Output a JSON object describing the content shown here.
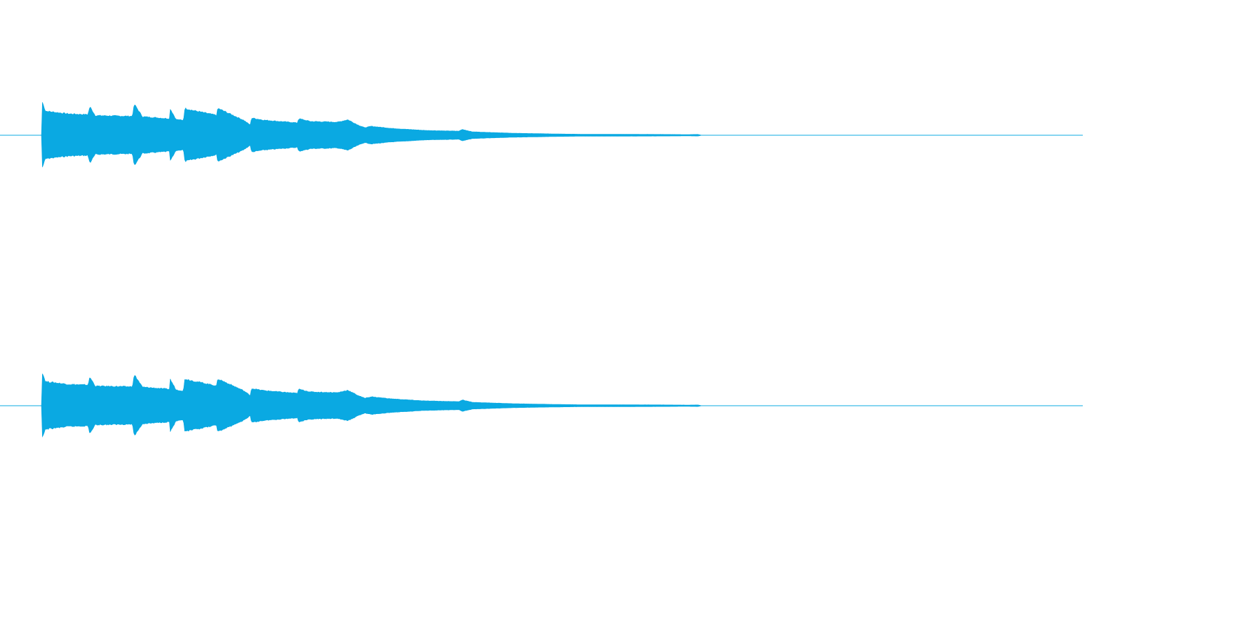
{
  "waveform": {
    "color": "#0aa9e2",
    "background": "#ffffff",
    "channels": [
      {
        "name": "",
        "envelope": [
          [
            0.0,
            0.0
          ],
          [
            0.001,
            0.98
          ],
          [
            0.006,
            0.7
          ],
          [
            0.04,
            0.62
          ],
          [
            0.069,
            0.6
          ],
          [
            0.072,
            0.83
          ],
          [
            0.08,
            0.57
          ],
          [
            0.135,
            0.55
          ],
          [
            0.138,
            0.9
          ],
          [
            0.15,
            0.54
          ],
          [
            0.19,
            0.48
          ],
          [
            0.191,
            0.78
          ],
          [
            0.2,
            0.46
          ],
          [
            0.211,
            0.43
          ],
          [
            0.213,
            0.78
          ],
          [
            0.225,
            0.72
          ],
          [
            0.26,
            0.58
          ],
          [
            0.262,
            0.78
          ],
          [
            0.28,
            0.62
          ],
          [
            0.3,
            0.44
          ],
          [
            0.31,
            0.3
          ],
          [
            0.312,
            0.5
          ],
          [
            0.33,
            0.44
          ],
          [
            0.38,
            0.36
          ],
          [
            0.382,
            0.48
          ],
          [
            0.4,
            0.4
          ],
          [
            0.44,
            0.38
          ],
          [
            0.455,
            0.45
          ],
          [
            0.47,
            0.3
          ],
          [
            0.48,
            0.22
          ],
          [
            0.49,
            0.26
          ],
          [
            0.52,
            0.2
          ],
          [
            0.57,
            0.14
          ],
          [
            0.62,
            0.12
          ],
          [
            0.625,
            0.17
          ],
          [
            0.64,
            0.1
          ],
          [
            0.7,
            0.06
          ],
          [
            0.76,
            0.04
          ],
          [
            0.8,
            0.03
          ],
          [
            0.85,
            0.03
          ],
          [
            0.92,
            0.025
          ],
          [
            0.96,
            0.02
          ],
          [
            0.975,
            0.025
          ],
          [
            0.98,
            0.005
          ],
          [
            1.0,
            0.0
          ]
        ]
      },
      {
        "name": "",
        "envelope": [
          [
            0.0,
            0.0
          ],
          [
            0.001,
            0.98
          ],
          [
            0.006,
            0.7
          ],
          [
            0.04,
            0.62
          ],
          [
            0.069,
            0.6
          ],
          [
            0.072,
            0.83
          ],
          [
            0.08,
            0.57
          ],
          [
            0.135,
            0.55
          ],
          [
            0.138,
            0.9
          ],
          [
            0.15,
            0.54
          ],
          [
            0.19,
            0.48
          ],
          [
            0.191,
            0.78
          ],
          [
            0.2,
            0.46
          ],
          [
            0.211,
            0.43
          ],
          [
            0.213,
            0.78
          ],
          [
            0.225,
            0.72
          ],
          [
            0.26,
            0.58
          ],
          [
            0.262,
            0.78
          ],
          [
            0.28,
            0.62
          ],
          [
            0.3,
            0.44
          ],
          [
            0.31,
            0.3
          ],
          [
            0.312,
            0.5
          ],
          [
            0.33,
            0.44
          ],
          [
            0.38,
            0.36
          ],
          [
            0.382,
            0.48
          ],
          [
            0.4,
            0.4
          ],
          [
            0.44,
            0.38
          ],
          [
            0.455,
            0.45
          ],
          [
            0.47,
            0.3
          ],
          [
            0.48,
            0.22
          ],
          [
            0.49,
            0.26
          ],
          [
            0.52,
            0.2
          ],
          [
            0.57,
            0.14
          ],
          [
            0.62,
            0.12
          ],
          [
            0.625,
            0.17
          ],
          [
            0.64,
            0.1
          ],
          [
            0.7,
            0.06
          ],
          [
            0.76,
            0.04
          ],
          [
            0.8,
            0.03
          ],
          [
            0.85,
            0.03
          ],
          [
            0.92,
            0.025
          ],
          [
            0.96,
            0.02
          ],
          [
            0.975,
            0.025
          ],
          [
            0.98,
            0.005
          ],
          [
            1.0,
            0.0
          ]
        ]
      }
    ]
  }
}
